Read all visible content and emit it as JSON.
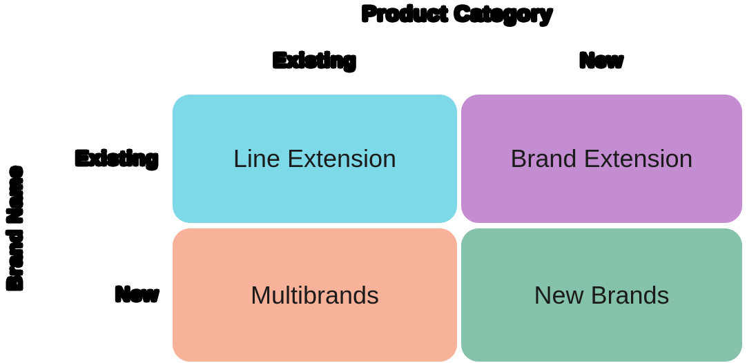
{
  "matrix": {
    "x_axis": {
      "title": "Product Category",
      "categories": [
        "Existing",
        "New"
      ]
    },
    "y_axis": {
      "title": "Brand Name",
      "categories": [
        "Existing",
        "New"
      ]
    },
    "cells": [
      {
        "row": "Existing",
        "col": "Existing",
        "label": "Line Extension",
        "color": "#7DD9E8"
      },
      {
        "row": "Existing",
        "col": "New",
        "label": "Brand Extension",
        "color": "#C48DD1"
      },
      {
        "row": "New",
        "col": "Existing",
        "label": "Multibrands",
        "color": "#F8B29A"
      },
      {
        "row": "New",
        "col": "New",
        "label": "New Brands",
        "color": "#84C2AA"
      }
    ]
  },
  "colors": {
    "background": "#ffffff",
    "axis_label_text": "#000000",
    "cell_text": "#1b1b1b"
  }
}
